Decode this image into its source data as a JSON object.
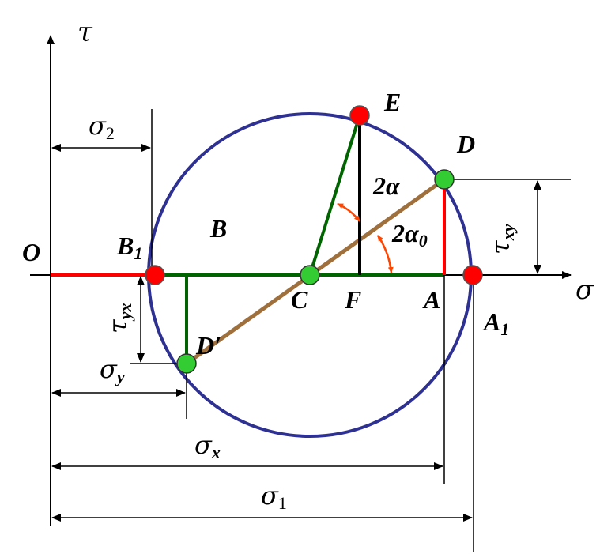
{
  "axes": {
    "tau_label": "τ",
    "sigma_label": "σ",
    "origin_label": "O"
  },
  "points": {
    "E": "E",
    "D": "D",
    "D_prime": "D′",
    "C": "C",
    "F": "F",
    "A": "A",
    "A1_base": "A",
    "A1_sub": "1",
    "B": "B",
    "B1_base": "B",
    "B1_sub": "1"
  },
  "angles": {
    "two_alpha": "2α",
    "two_alpha0_base": "2α",
    "two_alpha0_sub": "0"
  },
  "dimensions": {
    "sigma_2_base": "σ",
    "sigma_2_sub": "2",
    "sigma_y_base": "σ",
    "sigma_y_sub": "y",
    "sigma_x_base": "σ",
    "sigma_x_sub": "x",
    "sigma_1_base": "σ",
    "sigma_1_sub": "1",
    "tau_xy_base": "τ",
    "tau_xy_sub": "xy",
    "tau_yx_base": "τ",
    "tau_yx_sub": "yx"
  },
  "colors": {
    "circle": "#2e3192",
    "green": "#006400",
    "red_line": "#ff0000",
    "brown_line": "#a0703c",
    "black": "#000000",
    "angle_arrow": "#ff4500",
    "red_point": "#ff0000",
    "green_point": "#33cc33"
  }
}
